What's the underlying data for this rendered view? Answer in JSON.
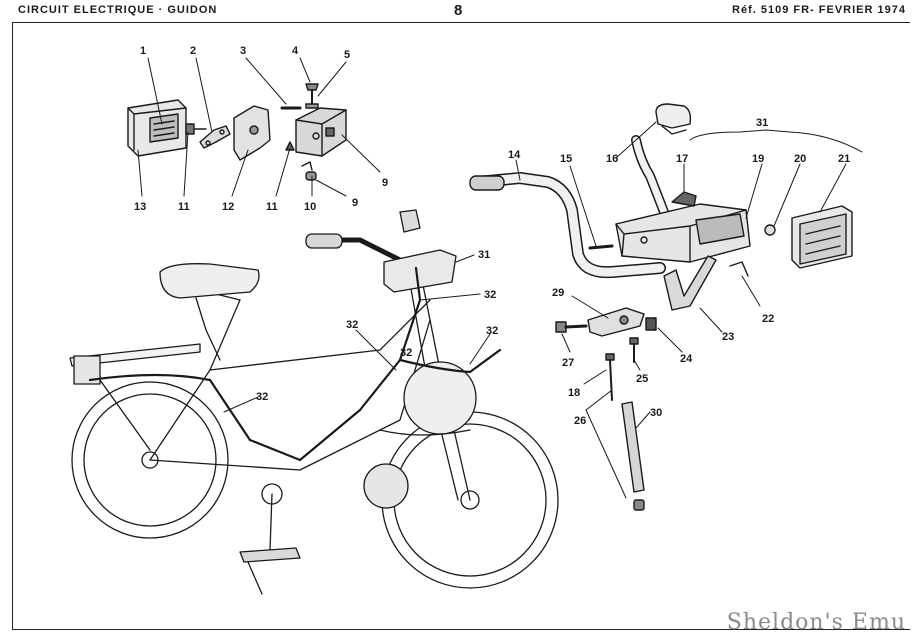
{
  "header": {
    "left": "CIRCUIT ELECTRIQUE · GUIDON",
    "page_number": "8",
    "right": "Réf. 5109 FR- FEVRIER 1974"
  },
  "watermark": "Sheldon's Emu",
  "part_labels": {
    "p1": "1",
    "p2": "2",
    "p3": "3",
    "p4": "4",
    "p5": "5",
    "p9a": "9",
    "p9b": "9",
    "p10": "10",
    "p11a": "11",
    "p11b": "11",
    "p12": "12",
    "p13": "13",
    "p14": "14",
    "p15": "15",
    "p16": "16",
    "p17": "17",
    "p18": "18",
    "p19": "19",
    "p20": "20",
    "p21": "21",
    "p22": "22",
    "p23": "23",
    "p24": "24",
    "p25": "25",
    "p26": "26",
    "p27": "27",
    "p29": "29",
    "p30": "30",
    "p31a": "31",
    "p31b": "31",
    "p32a": "32",
    "p32b": "32",
    "p32c": "32",
    "p32d": "32",
    "p32e": "32"
  },
  "colors": {
    "ink": "#1a1a1a",
    "paper": "#ffffff",
    "watermark": "#8a8a8a"
  }
}
